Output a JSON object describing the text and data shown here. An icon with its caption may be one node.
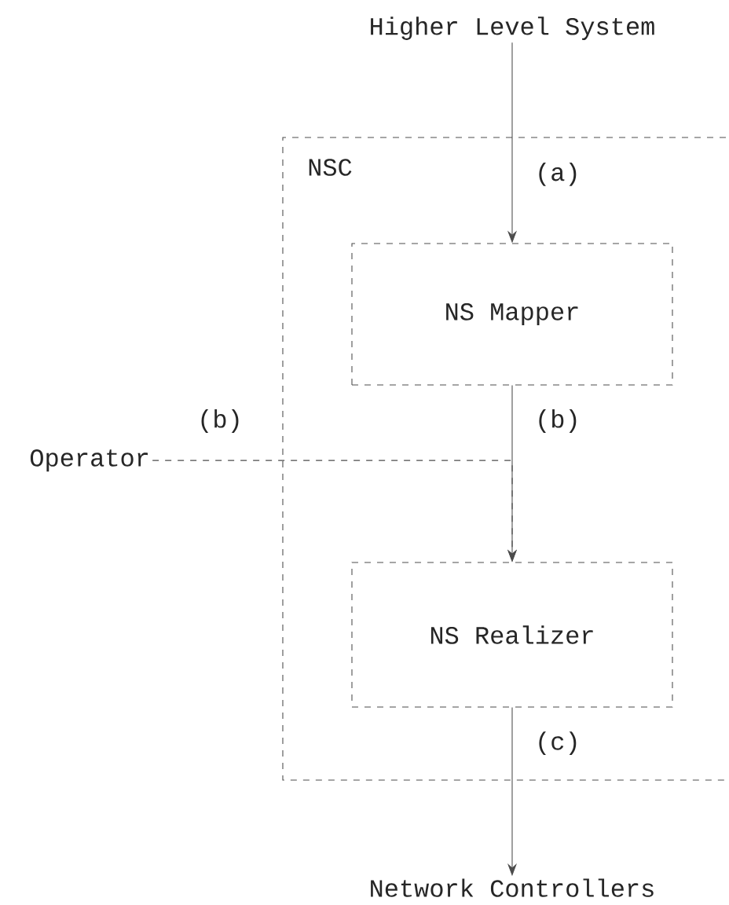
{
  "diagram": {
    "nodes": [
      {
        "text": [
          "Higher Level System"
        ]
      },
      {
        "text": [
          "NSC"
        ]
      },
      {
        "text": [
          "NS Mapper"
        ],
        "in": 1
      },
      {
        "text": [
          "NS Realizer"
        ],
        "in": 1
      },
      {
        "text": [
          "Operator"
        ]
      },
      {
        "text": [
          "Network Controllers"
        ]
      }
    ],
    "edges": [
      {
        "from": 0,
        "to": 2,
        "arrow": "to",
        "label": "(a)"
      },
      {
        "from": 2,
        "to": 3,
        "arrow": "to",
        "label": "(b)"
      },
      {
        "from": 4,
        "to": 3,
        "arrow": "to",
        "label": "(b)",
        "style": "dashed"
      },
      {
        "from": 3,
        "to": 5,
        "arrow": "to",
        "label": "(c)"
      }
    ]
  }
}
